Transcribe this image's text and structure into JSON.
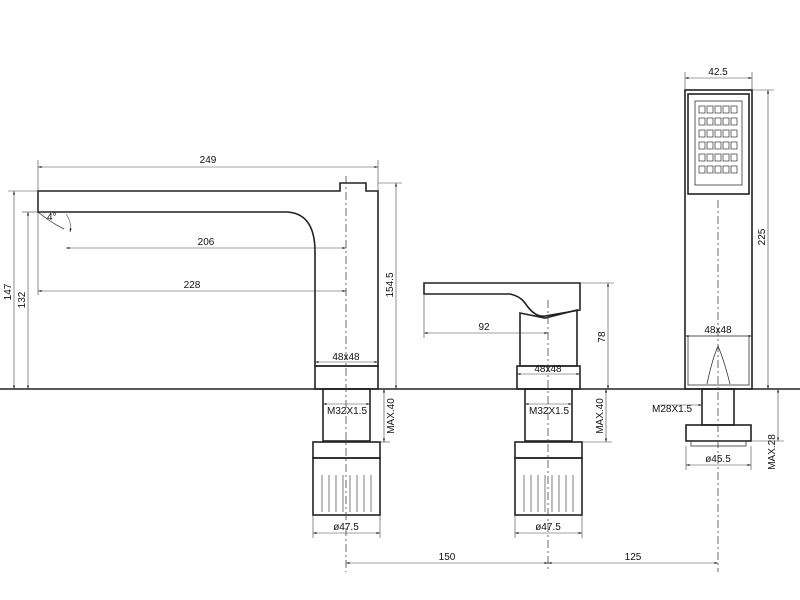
{
  "spout": {
    "width_249": "249",
    "reach_206": "206",
    "reach_228": "228",
    "height_147": "147",
    "height_132": "132",
    "height_154_5": "154.5",
    "angle": "4°",
    "base": "48x48",
    "thread": "M32X1.5",
    "max_deck": "MAX.40",
    "dia": "ø47.5"
  },
  "mixer": {
    "lever_92": "92",
    "height_78": "78",
    "base": "48x48",
    "thread": "M32X1.5",
    "max_deck": "MAX.40",
    "dia": "ø47.5"
  },
  "shower": {
    "width_42_5": "42.5",
    "height_225": "225",
    "base": "48x48",
    "thread": "M28X1.5",
    "dia": "ø45.5",
    "max_deck": "MAX.28"
  },
  "spacing": {
    "a": "150",
    "b": "125"
  }
}
